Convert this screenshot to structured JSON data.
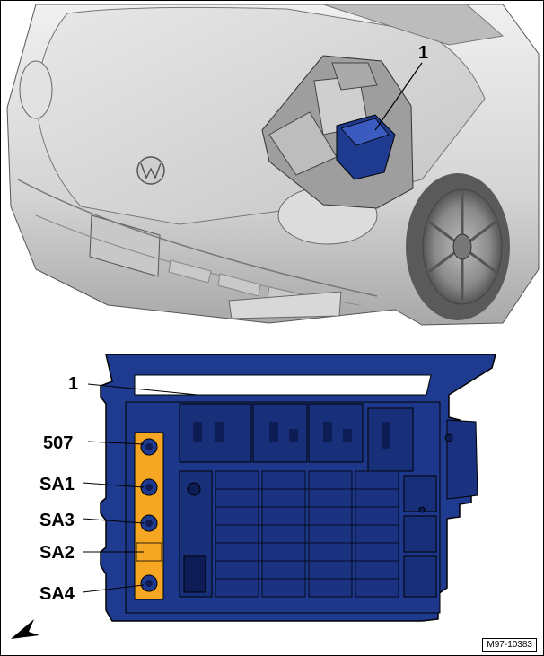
{
  "callouts": {
    "car_marker": "1",
    "box_marker": "1",
    "fuses": [
      "507",
      "SA1",
      "SA3",
      "SA2",
      "SA4"
    ]
  },
  "reference_code": "M97-10383",
  "colors": {
    "fusebox_fill": "#1f3b8f",
    "fusebox_dark": "#0e1c55",
    "fusebox_stroke": "#000000",
    "fuse_highlight": "#f5a623",
    "car_body": "#d9d9d9",
    "car_shadow": "#9a9a9a"
  }
}
